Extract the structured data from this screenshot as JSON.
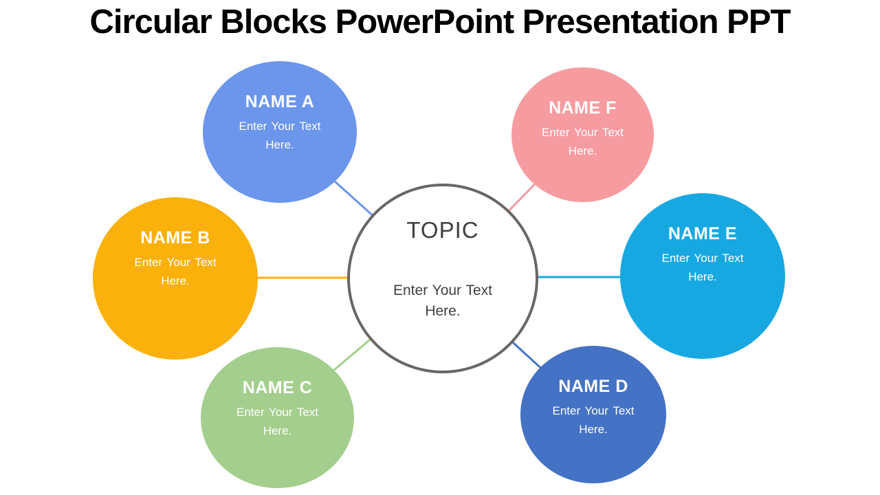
{
  "slide": {
    "title": "Circular Blocks PowerPoint Presentation PPT",
    "title_color": "#000000",
    "background": "#ffffff"
  },
  "topic": {
    "title": "TOPIC",
    "body": "Enter Your Text Here.",
    "fill": "#ffffff",
    "border_color": "#6a6663",
    "text_color": "#3f3f3f"
  },
  "blocks": [
    {
      "label": "NAME A",
      "body": "Enter Your Text Here.",
      "color": "#6c95ec",
      "text_color": "#ffffff"
    },
    {
      "label": "NAME B",
      "body": "Enter Your Text Here.",
      "color": "#fbb10b",
      "text_color": "#ffffff"
    },
    {
      "label": "NAME C",
      "body": "Enter Your Text Here.",
      "color": "#a4ce8d",
      "text_color": "#ffffff"
    },
    {
      "label": "NAME D",
      "body": "Enter Your Text Here.",
      "color": "#4472c4",
      "text_color": "#ffffff"
    },
    {
      "label": "NAME E",
      "body": "Enter Your Text Here.",
      "color": "#18a8e1",
      "text_color": "#ffffff"
    },
    {
      "label": "NAME F",
      "body": "Enter Your Text Here.",
      "color": "#f69ca1",
      "text_color": "#ffffff"
    }
  ]
}
